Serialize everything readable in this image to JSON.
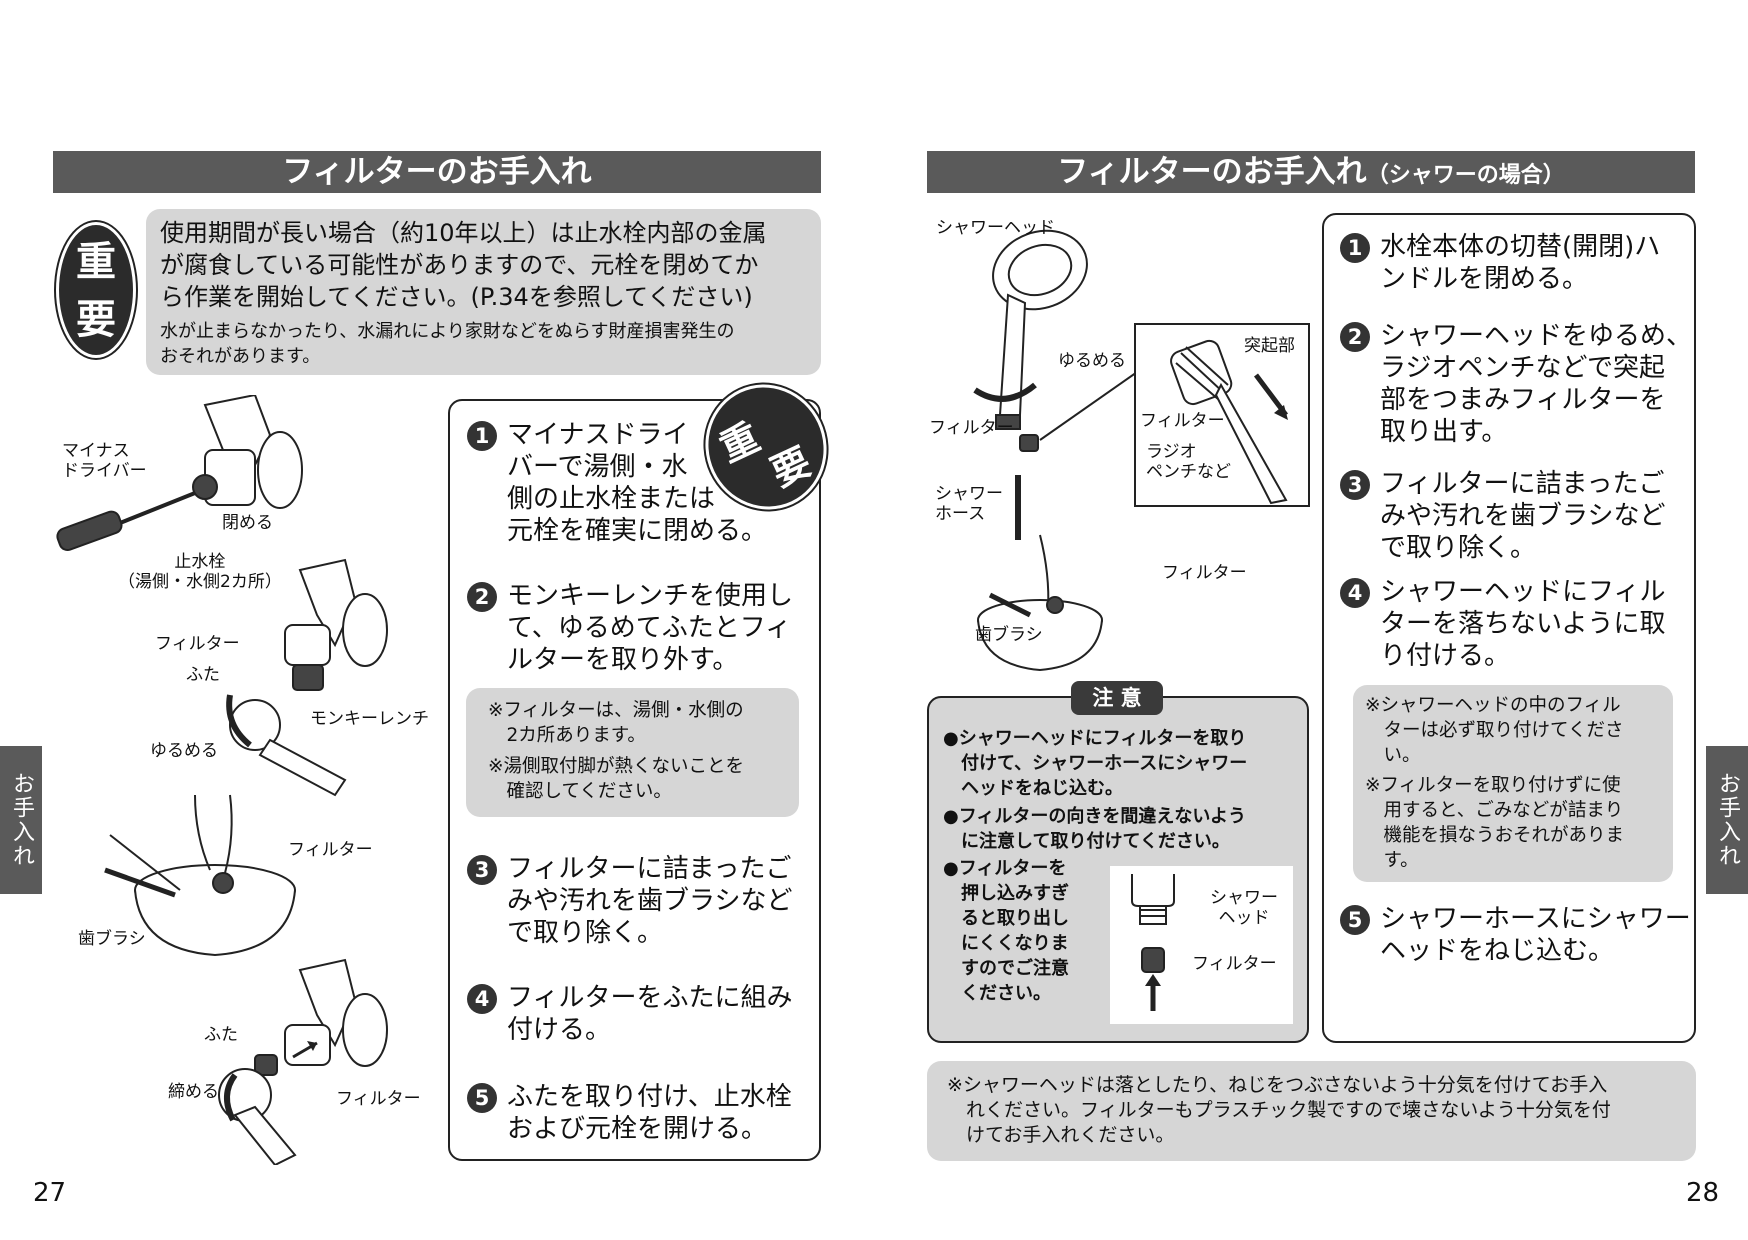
{
  "left": {
    "title": "フィルターのお手入れ",
    "important_badge": [
      "重",
      "要"
    ],
    "important_main": "使用期間が長い場合（約10年以上）は止水栓内部の金属\nが腐食している可能性がありますので、元栓を閉めてか\nら作業を開始してください。(P.34を参照してください)",
    "important_sub": "水が止まらなかったり、水漏れにより家財などをぬらす財産損害発生の\nおそれがあります。",
    "step_badge": [
      "重",
      "要"
    ],
    "steps": [
      {
        "num": "1",
        "text": "マイナスドライ\nバーで湯側・水\n側の止水栓または\n元栓を確実に閉める。"
      },
      {
        "num": "2",
        "text": "モンキーレンチを使用し\nて、ゆるめてふたとフィ\nルターを取り外す。"
      },
      {
        "num": "3",
        "text": "フィルターに詰まったご\nみや汚れを歯ブラシなど\nで取り除く。"
      },
      {
        "num": "4",
        "text": "フィルターをふたに組み\n付ける。"
      },
      {
        "num": "5",
        "text": "ふたを取り付け、止水栓\nおよび元栓を開ける。"
      }
    ],
    "notes": [
      "※フィルターは、湯側・水側の\n　2カ所あります。",
      "※湯側取付脚が熱くないことを\n　確認してください。"
    ],
    "labels": {
      "driver": "マイナス\nドライバー",
      "close1": "閉める",
      "valve": "止水栓\n（湯側・水側2カ所）",
      "filter1": "フィルター",
      "cap1": "ふた",
      "wrench": "モンキーレンチ",
      "loosen": "ゆるめる",
      "filter2": "フィルター",
      "toothbrush": "歯ブラシ",
      "cap2": "ふた",
      "tighten": "締める",
      "filter3": "フィルター"
    },
    "side_tab": "お手入れ",
    "page_number": "27"
  },
  "right": {
    "title": "フィルターのお手入れ",
    "title_sub": "（シャワーの場合）",
    "steps": [
      {
        "num": "1",
        "text": "水栓本体の切替(開閉)ハ\nンドルを閉める。"
      },
      {
        "num": "2",
        "text": "シャワーヘッドをゆるめ、\nラジオペンチなどで突起\n部をつまみフィルターを\n取り出す。"
      },
      {
        "num": "3",
        "text": "フィルターに詰まったご\nみや汚れを歯ブラシなど\nで取り除く。"
      },
      {
        "num": "4",
        "text": "シャワーヘッドにフィル\nターを落ちないように取\nり付ける。"
      },
      {
        "num": "5",
        "text": "シャワーホースにシャワー\nヘッドをねじ込む。"
      }
    ],
    "notes": [
      "※シャワーヘッドの中のフィル\n　ターは必ず取り付けてくださ\n　い。",
      "※フィルターを取り付けずに使\n　用すると、ごみなどが詰まり\n　機能を損なうおそれがありま\n　す。"
    ],
    "caution_title": "注 意",
    "caution_items": [
      "●シャワーヘッドにフィルターを取り\n　付けて、シャワーホースにシャワー\n　ヘッドをねじ込む。",
      "●フィルターの向きを間違えないよう\n　に注意して取り付けてください。",
      "●フィルターを\n　押し込みすぎ\n　ると取り出し\n　にくくなりま\n　すのでご注意\n　ください。"
    ],
    "labels": {
      "shower_head": "シャワーヘッド",
      "loosen": "ゆるめる",
      "protrusion": "突起部",
      "filter_a": "フィルター",
      "filter_b": "フィルター",
      "pliers": "ラジオ\nペンチなど",
      "hose": "シャワー\nホース",
      "filter_c": "フィルター",
      "toothbrush": "歯ブラシ",
      "inset_head": "シャワー\nヘッド",
      "inset_filter": "フィルター"
    },
    "bottom_note": "※シャワーヘッドは落としたり、ねじをつぶさないよう十分気を付けてお手入\n　れください。フィルターもプラスチック製ですので壊さないよう十分気を付\n　けてお手入れください。",
    "side_tab": "お手入れ",
    "page_number": "28"
  }
}
